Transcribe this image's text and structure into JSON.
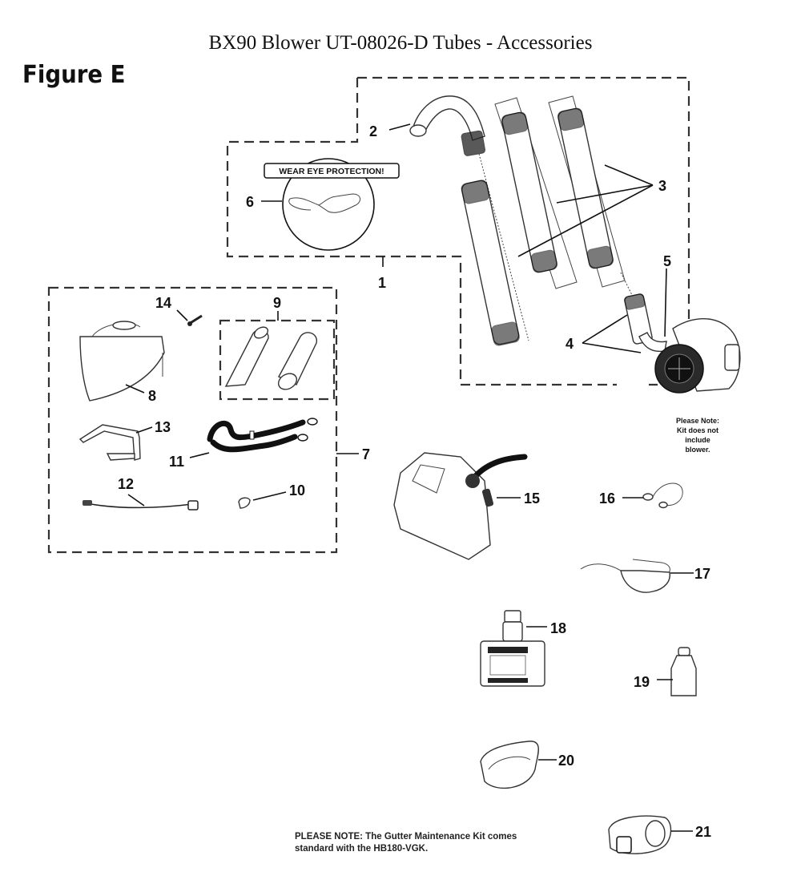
{
  "header": {
    "title": "BX90 Blower UT-08026-D  Tubes - Accessories",
    "figure_label": "Figure E"
  },
  "callouts": {
    "c1": "1",
    "c2": "2",
    "c3": "3",
    "c4": "4",
    "c5": "5",
    "c6": "6",
    "c7": "7",
    "c8": "8",
    "c9": "9",
    "c10": "10",
    "c11": "11",
    "c12": "12",
    "c13": "13",
    "c14": "14",
    "c15": "15",
    "c16": "16",
    "c17": "17",
    "c18": "18",
    "c19": "19",
    "c20": "20",
    "c21": "21"
  },
  "sign": {
    "text": "WEAR EYE PROTECTION!"
  },
  "blower_note": {
    "line1": "Please Note:",
    "line2": "Kit does not",
    "line3": "include",
    "line4": "blower."
  },
  "footer_note": {
    "line1": "PLEASE NOTE:  The Gutter Maintenance Kit comes",
    "line2": "standard with the HB180-VGK."
  }
}
